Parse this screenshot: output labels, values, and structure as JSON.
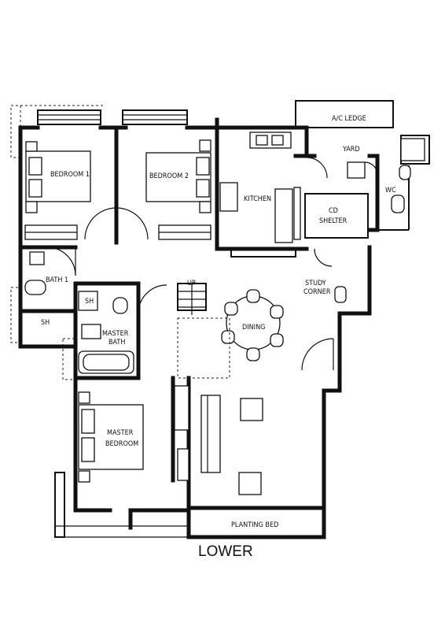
{
  "plan": {
    "title": "LOWER",
    "rooms": {
      "bedroom1": "BEDROOM 1",
      "bedroom2": "BEDROOM 2",
      "kitchen": "KITCHEN",
      "ac_ledge": "A/C LEDGE",
      "yard": "YARD",
      "wc": "WC",
      "cd_shelter_1": "CD",
      "cd_shelter_2": "SHELTER",
      "bath1": "BATH 1",
      "sh_left": "SH",
      "sh_master": "SH",
      "master_bath_1": "MASTER",
      "master_bath_2": "BATH",
      "master_bedroom_1": "MASTER",
      "master_bedroom_2": "BEDROOM",
      "study_corner_1": "STUDY",
      "study_corner_2": "CORNER",
      "dining": "DINING",
      "up": "UP",
      "planting_bed": "PLANTING BED"
    }
  }
}
